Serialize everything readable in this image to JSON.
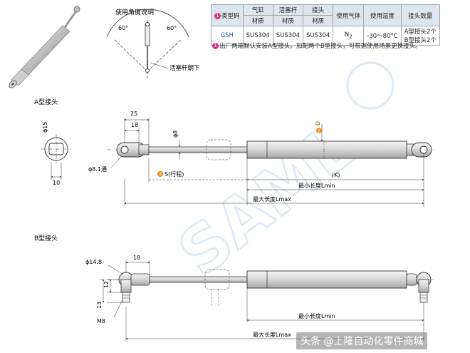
{
  "angle_title": "使用角度说明",
  "angle_left": "60°",
  "angle_right": "60°",
  "rod_down_label": "活塞杆朝下",
  "table": {
    "type_code_header": "类型码",
    "type_code_num": "1",
    "cylinder_header": "气缸",
    "piston_rod_header": "活塞杆",
    "joint_header": "接头",
    "material_label": "材质",
    "gas_header": "使用气体",
    "temp_header": "使用温度",
    "joint_count_header": "接头数量",
    "row": {
      "code": "GSH",
      "cylinder_material": "SUS304",
      "rod_material": "SUS304",
      "joint_material": "SUS304",
      "gas": "N",
      "gas_sub": "2",
      "temp": "-30～80°C",
      "joint_count_a": "A型接头2个",
      "joint_count_b": "B型接头2个"
    }
  },
  "note": {
    "num": "1",
    "text": "出厂两端默认安装A型接头。加配两个B型接头，可根据使用场景更换接头。"
  },
  "section_a": {
    "label": "A型接头",
    "dia15": "ϕ15",
    "dim10": "10",
    "dim25": "25",
    "dim18": "18",
    "dia8": "ϕ8",
    "hole": "ϕ8.1通",
    "stroke_num": "3",
    "stroke_label": "S(行程)",
    "d_num": "2",
    "d_label": "D",
    "k_label": "(K)",
    "lmin": "最小长度Lmin",
    "lmax": "最大长度Lmax"
  },
  "section_b": {
    "label": "B型接头",
    "dia": "ϕ14.8",
    "dim18": "18",
    "dim13": "13",
    "dim12": "12",
    "m8": "M8",
    "lmin": "最小长度Lmin",
    "lmax": "最大长度Lmax"
  },
  "footer": "头条 @上隆自动化零件商城"
}
